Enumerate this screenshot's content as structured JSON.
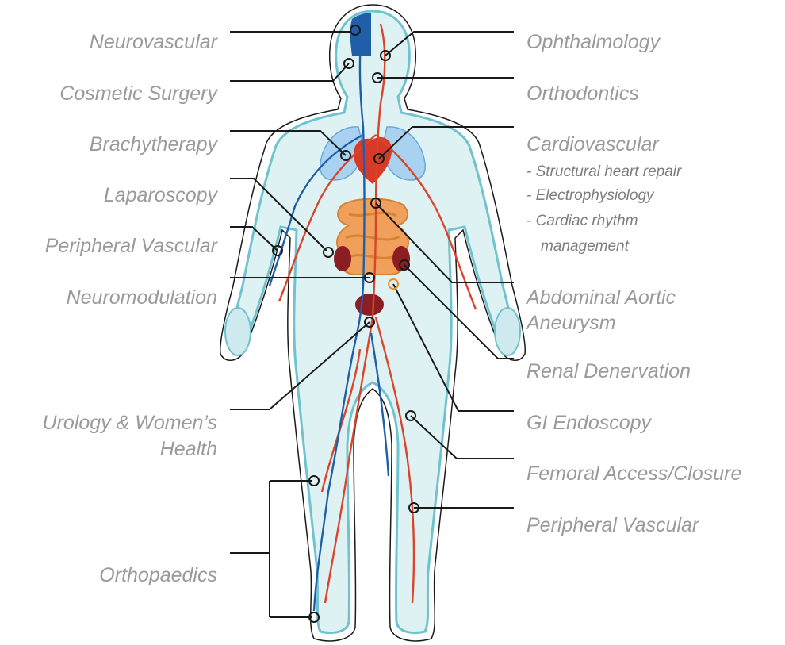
{
  "labels": {
    "neurovascular": "Neurovascular",
    "cosmetic_surgery": "Cosmetic Surgery",
    "brachytherapy": "Brachytherapy",
    "laparoscopy": "Laparoscopy",
    "peripheral_vascular_left": "Peripheral Vascular",
    "neuromodulation": "Neuromodulation",
    "urology_line1": "Urology & Women’s",
    "urology_line2": "Health",
    "orthopaedics": "Orthopaedics",
    "ophthalmology": "Ophthalmology",
    "orthodontics": "Orthodontics",
    "cardiovascular": "Cardiovascular",
    "cardio_sub1": "- Structural heart repair",
    "cardio_sub2": "- Electrophysiology",
    "cardio_sub3": "- Cardiac rhythm",
    "cardio_sub4": "management",
    "aaa_line1": "Abdominal Aortic",
    "aaa_line2": "Aneurysm",
    "renal_denervation": "Renal Denervation",
    "gi_endoscopy": "GI Endoscopy",
    "femoral_access": "Femoral Access/Closure",
    "peripheral_vascular_right": "Peripheral Vascular"
  },
  "colors": {
    "label_text": "#9a9a9a",
    "leader_line": "#1a1a1a",
    "body_fill": "#dff2f3",
    "body_edge": "#6fc3cf",
    "artery": "#d8452b",
    "vein": "#1f5fa8",
    "lung": "#a8d2ef",
    "heart": "#d83a2a",
    "intestine": "#f0a05a",
    "kidney": "#8b1e22",
    "marker_dark": "#1a1a1a",
    "marker_orange": "#f08a2a"
  }
}
